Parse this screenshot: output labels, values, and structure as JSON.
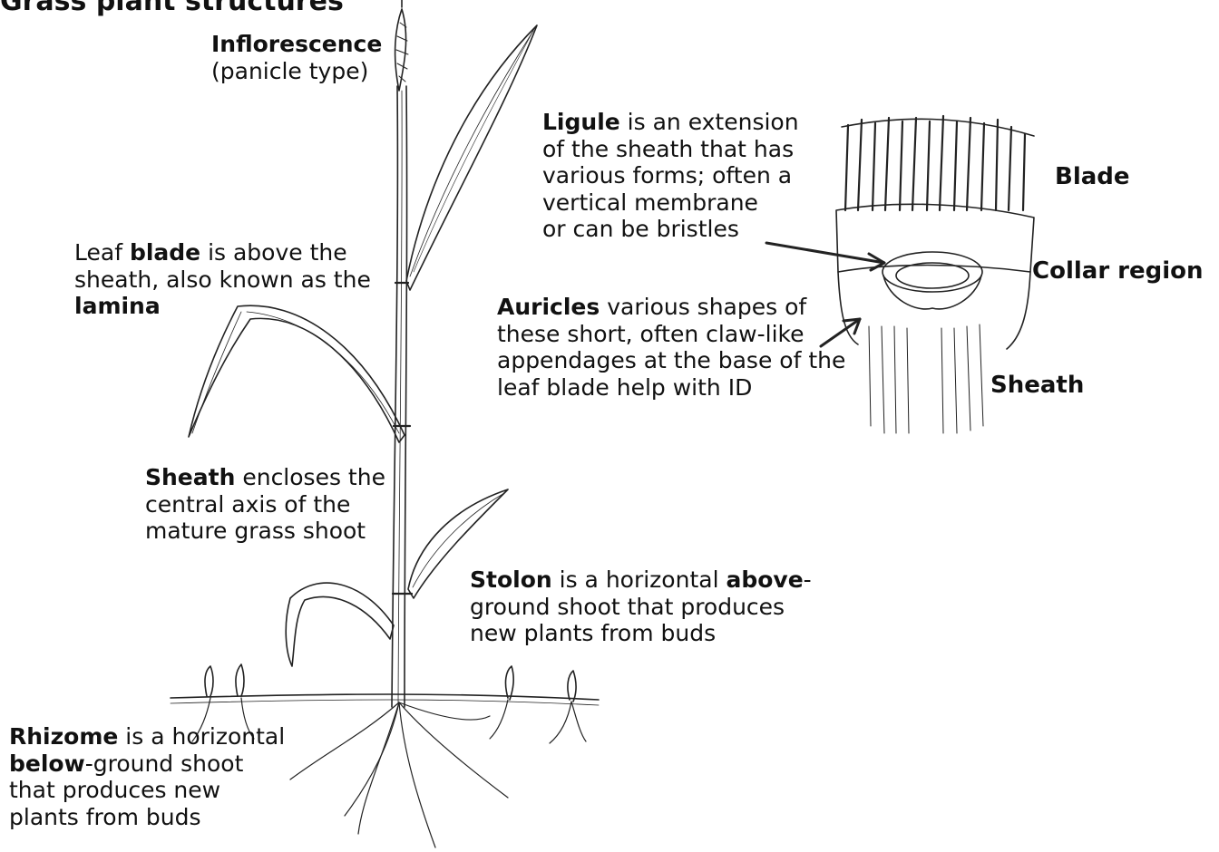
{
  "title": "Grass plant structures",
  "labels": {
    "inflorescence": {
      "bold": "Inflorescence",
      "line2": "(panicle type)"
    },
    "leaf_blade": {
      "pre": "Leaf ",
      "bold": "blade",
      "post": " is above the",
      "line2": "sheath, also known as the",
      "line3_bold": "lamina"
    },
    "sheath": {
      "bold": "Sheath",
      "post": " encloses the",
      "line2": "central axis of the",
      "line3": "mature grass shoot"
    },
    "stolon": {
      "bold": "Stolon",
      "mid": " is a horizontal ",
      "bold2": "above",
      "post": "-",
      "line2": "ground shoot that produces",
      "line3": "new plants from buds"
    },
    "rhizome": {
      "bold": "Rhizome",
      "post": " is a horizontal",
      "line2_bold": "below",
      "line2_post": "-ground shoot",
      "line3": "that produces new",
      "line4": "plants from buds"
    },
    "ligule": {
      "bold": "Ligule",
      "post": " is an extension",
      "line2": "of the sheath that has",
      "line3": "various forms; often a",
      "line4": "vertical membrane",
      "line5": "or can be bristles"
    },
    "auricles": {
      "bold": "Auricles",
      "post": " various shapes of",
      "line2": "these short, often claw-like",
      "line3": "appendages at the base of the",
      "line4": "leaf blade help with ID"
    }
  },
  "collar_detail": {
    "blade": "Blade",
    "collar_region": "Collar region",
    "sheath": "Sheath"
  }
}
